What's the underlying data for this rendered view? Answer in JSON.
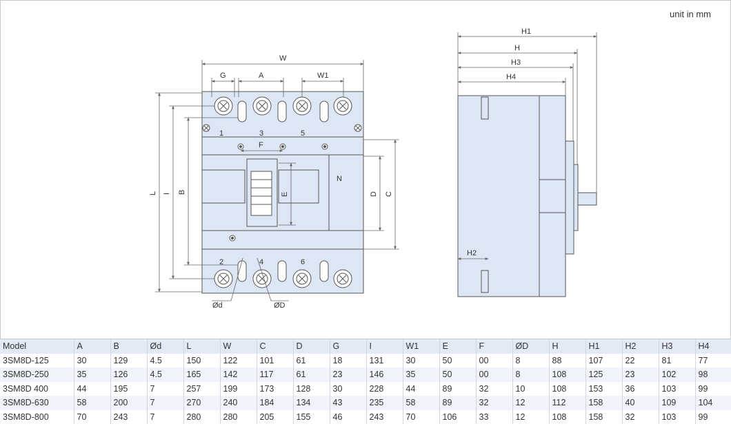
{
  "unit_note": "unit in mm",
  "front_view": {
    "dims": {
      "W": "W",
      "G": "G",
      "A": "A",
      "W1": "W1",
      "L": "L",
      "I": "I",
      "B": "B",
      "F": "F",
      "E": "E",
      "D": "D",
      "C": "C",
      "od": "Ød",
      "oD": "ØD"
    },
    "terminals_top": [
      "1",
      "3",
      "5"
    ],
    "terminals_bottom": [
      "2",
      "4",
      "6"
    ],
    "neutral": "N"
  },
  "side_view": {
    "dims": {
      "H1": "H1",
      "H": "H",
      "H3": "H3",
      "H4": "H4",
      "H2": "H2"
    }
  },
  "colors": {
    "body_fill": "#dde6f4",
    "line": "#555555",
    "dim_line": "#666666",
    "header_bg": "#e4eaf5"
  },
  "table": {
    "headers": [
      "Model",
      "A",
      "B",
      "Ød",
      "L",
      "W",
      "C",
      "D",
      "G",
      "I",
      "W1",
      "E",
      "F",
      "ØD",
      "H",
      "H1",
      "H2",
      "H3",
      "H4"
    ],
    "rows": [
      [
        "3SM8D-125",
        "30",
        "129",
        "4.5",
        "150",
        "122",
        "101",
        "61",
        "18",
        "131",
        "30",
        "50",
        "00",
        "8",
        "88",
        "107",
        "22",
        "81",
        "77"
      ],
      [
        "3SM8D-250",
        "35",
        "126",
        "4.5",
        "165",
        "142",
        "117",
        "61",
        "23",
        "146",
        "35",
        "50",
        "00",
        "8",
        "108",
        "125",
        "23",
        "102",
        "98"
      ],
      [
        "3SM8D 400",
        "44",
        "195",
        "7",
        "257",
        "199",
        "173",
        "128",
        "30",
        "228",
        "44",
        "89",
        "32",
        "10",
        "108",
        "153",
        "36",
        "103",
        "99"
      ],
      [
        "3SM8D-630",
        "58",
        "200",
        "7",
        "270",
        "240",
        "184",
        "134",
        "43",
        "235",
        "58",
        "89",
        "32",
        "12",
        "112",
        "158",
        "40",
        "109",
        "104"
      ],
      [
        "3SM8D-800",
        "70",
        "243",
        "7",
        "280",
        "280",
        "205",
        "155",
        "46",
        "243",
        "70",
        "106",
        "33",
        "12",
        "108",
        "158",
        "32",
        "103",
        "99"
      ]
    ]
  }
}
